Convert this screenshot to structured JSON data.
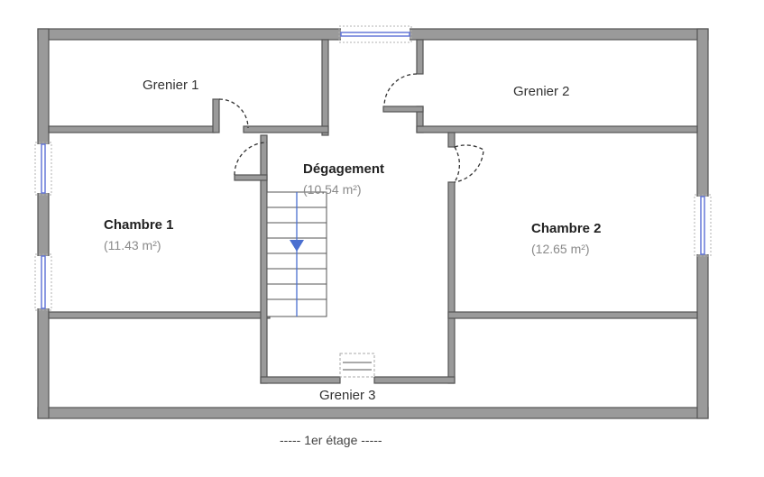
{
  "plan": {
    "level_label": "----- 1er étage -----",
    "rooms": {
      "grenier1": {
        "name": "Grenier 1"
      },
      "grenier2": {
        "name": "Grenier 2"
      },
      "grenier3": {
        "name": "Grenier 3"
      },
      "degagement": {
        "name": "Dégagement",
        "area": "(10.54 m²)"
      },
      "chambre1": {
        "name": "Chambre 1",
        "area": "(11.43 m²)"
      },
      "chambre2": {
        "name": "Chambre 2",
        "area": "(12.65 m²)"
      }
    },
    "colors": {
      "wall_fill": "#9a9a9a",
      "window_glass": "#5b6fd6",
      "stair_arrow": "#4a6fd0"
    }
  }
}
